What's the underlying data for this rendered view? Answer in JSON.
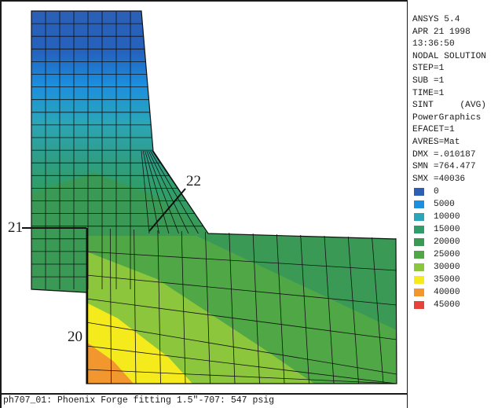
{
  "info_lines": [
    "ANSYS 5.4",
    "APR 21 1998",
    "13:36:50",
    "NODAL SOLUTION",
    "STEP=1",
    "SUB =1",
    "TIME=1",
    "SINT     (AVG)",
    "PowerGraphics",
    "EFACET=1",
    "AVRES=Mat",
    "DMX =.010187",
    "SMN =764.477",
    "SMX =40036"
  ],
  "legend": [
    {
      "value": "0",
      "color": "#2d5fb4"
    },
    {
      "value": "5000",
      "color": "#1b8fe0"
    },
    {
      "value": "10000",
      "color": "#2aa6b8"
    },
    {
      "value": "15000",
      "color": "#2f9e6c"
    },
    {
      "value": "20000",
      "color": "#3a9a55"
    },
    {
      "value": "25000",
      "color": "#4fa845"
    },
    {
      "value": "30000",
      "color": "#8cc63c"
    },
    {
      "value": "35000",
      "color": "#f4ea1c"
    },
    {
      "value": "40000",
      "color": "#f2962e"
    },
    {
      "value": "45000",
      "color": "#e8433a"
    }
  ],
  "callouts": {
    "c20": "20",
    "c21": "21",
    "c22": "22"
  },
  "caption": "ph707_01: Phoenix Forge fitting 1.5\"-707: 547 psig"
}
